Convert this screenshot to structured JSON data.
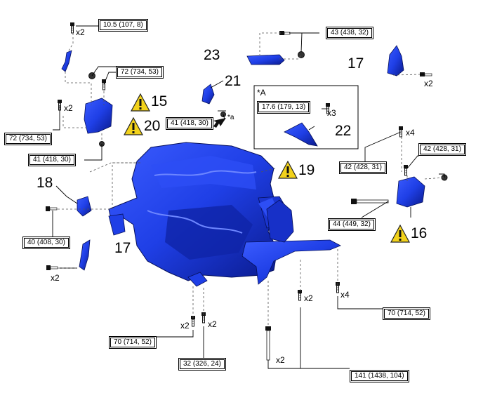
{
  "torques": {
    "t_10_5": "10.5 (107, 8)",
    "t_72_a": "72 (734, 53)",
    "t_72_b": "72 (734, 53)",
    "t_41_a": "41 (418, 30)",
    "t_41_b": "41 (418, 30)",
    "t_43": "43 (438, 32)",
    "t_17_6": "17.6 (179, 13)",
    "t_42_a": "42 (428, 31)",
    "t_42_b": "42 (428, 31)",
    "t_44": "44 (449, 32)",
    "t_40": "40 (408, 30)",
    "t_70_a": "70 (714, 52)",
    "t_70_b": "70 (714, 52)",
    "t_32": "32 (326, 24)",
    "t_141": "141 (1438, 104)"
  },
  "callouts": {
    "c15": "15",
    "c20": "20",
    "c21": "21",
    "c23": "23",
    "c17_top": "17",
    "c22": "22",
    "c19": "19",
    "c18": "18",
    "c17_bottom": "17",
    "c16": "16"
  },
  "quantities": {
    "q1": "x2",
    "q2": "x2",
    "q3": "x2",
    "q4": "x3",
    "q5": "x4",
    "q6": "x2",
    "q7": "x2",
    "q8": "x2",
    "q9": "x2",
    "q10": "x4",
    "q11": "x2"
  },
  "inset": {
    "label": "*A"
  },
  "notes": {
    "star_a": "*a"
  },
  "colors": {
    "part_blue": "#1f3fe6",
    "part_dark": "#0a1a8c",
    "warning_yellow": "#f2d21b"
  }
}
